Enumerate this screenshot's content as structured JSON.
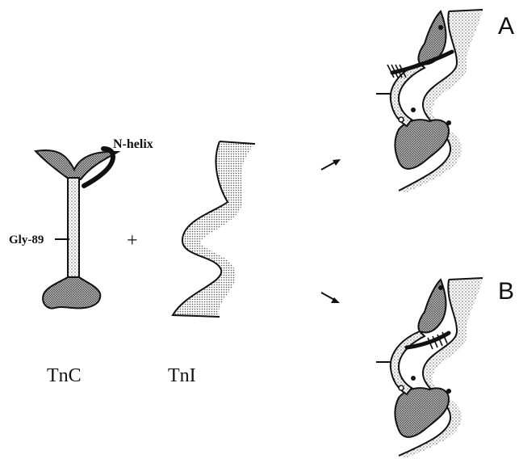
{
  "labels": {
    "n_helix": "N-helix",
    "gly89": "Gly-89",
    "plus": "+",
    "tnc": "TnC",
    "tni": "TnI",
    "panel_a": "A",
    "panel_b": "B"
  },
  "colors": {
    "ink": "#111111",
    "light_stipple": "#dcdcdc",
    "dark_stipple": "#9a9a9a",
    "background": "#ffffff"
  }
}
